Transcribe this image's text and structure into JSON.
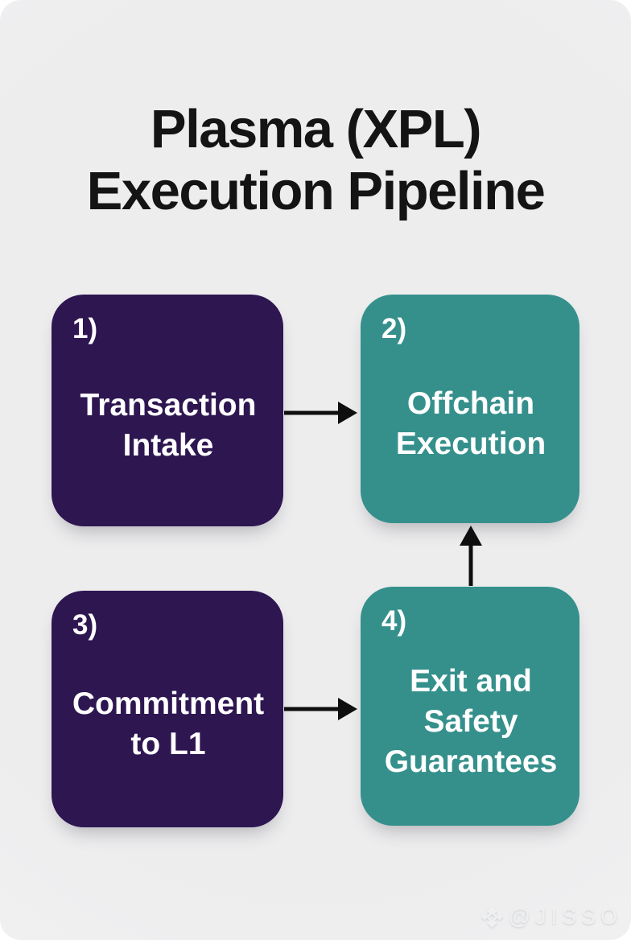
{
  "title": {
    "line1": "Plasma (XPL)",
    "line2": "Execution Pipeline",
    "color": "#141414"
  },
  "diagram": {
    "nodes": [
      {
        "id": "1",
        "number_label": "1)",
        "label": "Transaction Intake",
        "lines": [
          "Transaction",
          "Intake"
        ],
        "fill": "#2e1651",
        "text_color": "#ffffff",
        "grid_position": "top-left"
      },
      {
        "id": "2",
        "number_label": "2)",
        "label": "Offchain Execution",
        "lines": [
          "Offchain",
          "Execution"
        ],
        "fill": "#35908c",
        "text_color": "#ffffff",
        "grid_position": "top-right"
      },
      {
        "id": "3",
        "number_label": "3)",
        "label": "Commitment to L1",
        "lines": [
          "Commitment",
          "to L1"
        ],
        "fill": "#2e1651",
        "text_color": "#ffffff",
        "grid_position": "bottom-left"
      },
      {
        "id": "4",
        "number_label": "4)",
        "label": "Exit and Safety Guarantees",
        "lines": [
          "Exit and",
          "Safety",
          "Guarantees"
        ],
        "fill": "#35908c",
        "text_color": "#ffffff",
        "grid_position": "bottom-right"
      }
    ],
    "connections": [
      {
        "from": "1",
        "to": "2",
        "direction": "right"
      },
      {
        "from": "3",
        "to": "4",
        "direction": "right"
      },
      {
        "from": "4",
        "to": "2",
        "direction": "up"
      }
    ],
    "arrow_color": "#0e0e0e"
  },
  "watermark": {
    "icon": "binance-diamond-icon",
    "text": "@JISSO",
    "color": "#eff0f2"
  }
}
